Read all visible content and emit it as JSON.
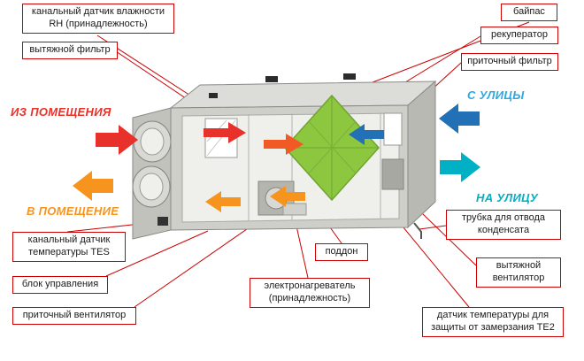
{
  "diagram": {
    "subject": "recuperator-ventilation-unit-cutaway",
    "callouts": {
      "humidity_sensor": "канальный датчик влажности RH (принадлежность)",
      "extract_filter": "вытяжной фильтр",
      "bypass": "байпас",
      "recuperator": "рекуператор",
      "supply_filter": "приточный фильтр",
      "temp_sensor_tes": "канальный датчик температуры TES",
      "control_unit": "блок управления",
      "supply_fan": "приточный вентилятор",
      "drain_pan": "поддон",
      "electric_heater": "электронагреватель (принадлежность)",
      "condensate_tube": "трубка для отвода конденсата",
      "extract_fan": "вытяжной вентилятор",
      "frost_sensor_te2": "датчик температуры для защиты от замерзания TE2"
    },
    "flows": {
      "from_room": "ИЗ ПОМЕЩЕНИЯ",
      "to_room": "В ПОМЕЩЕНИЕ",
      "from_outside": "С УЛИЦЫ",
      "to_outside": "НА УЛИЦУ"
    },
    "colors": {
      "callout_border": "#cc0000",
      "connector_line": "#cc0000",
      "from_room_arrow": "#e8312a",
      "to_room_arrow": "#f7941d",
      "from_outside_arrow": "#2270b5",
      "from_outside_text": "#29abe2",
      "to_outside_arrow": "#00b0c4",
      "heat_exchanger": "#8dc63f",
      "unit_body": "#cfcfca",
      "unit_top": "#dcdcd8"
    }
  }
}
